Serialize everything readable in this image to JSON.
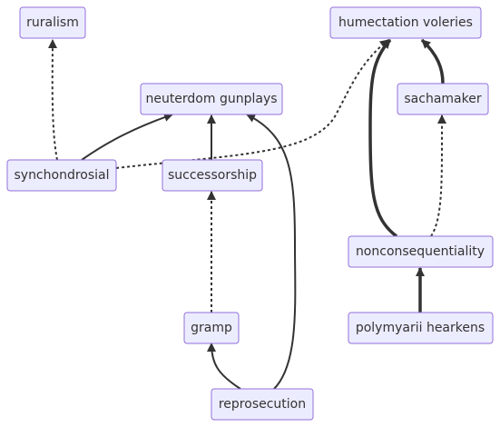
{
  "diagram": {
    "type": "flowchart",
    "direction": "bottom-to-top",
    "colors": {
      "node_fill": "#ECECFF",
      "node_stroke": "#9370DB",
      "edge": "#333333",
      "text": "#333333",
      "background": "#FFFFFF"
    },
    "nodes": {
      "ruralism": "ruralism",
      "humectation": "humectation voleries",
      "neuterdom": "neuterdom gunplays",
      "sachamaker": "sachamaker",
      "synchondrosial": "synchondrosial",
      "successorship": "successorship",
      "nonconsequentiality": "nonconsequentiality",
      "gramp": "gramp",
      "polymyarii": "polymyarii hearkens",
      "reprosecution": "reprosecution"
    },
    "edges": [
      {
        "from": "synchondrosial",
        "to": "ruralism",
        "style": "dotted"
      },
      {
        "from": "synchondrosial",
        "to": "neuterdom",
        "style": "solid"
      },
      {
        "from": "synchondrosial",
        "to": "humectation",
        "style": "dotted"
      },
      {
        "from": "successorship",
        "to": "neuterdom",
        "style": "solid"
      },
      {
        "from": "reprosecution",
        "to": "neuterdom",
        "style": "solid"
      },
      {
        "from": "gramp",
        "to": "successorship",
        "style": "dotted"
      },
      {
        "from": "reprosecution",
        "to": "gramp",
        "style": "solid"
      },
      {
        "from": "nonconsequentiality",
        "to": "humectation",
        "style": "thick"
      },
      {
        "from": "sachamaker",
        "to": "humectation",
        "style": "thick"
      },
      {
        "from": "nonconsequentiality",
        "to": "sachamaker",
        "style": "dotted"
      },
      {
        "from": "polymyarii",
        "to": "nonconsequentiality",
        "style": "thick"
      }
    ]
  }
}
